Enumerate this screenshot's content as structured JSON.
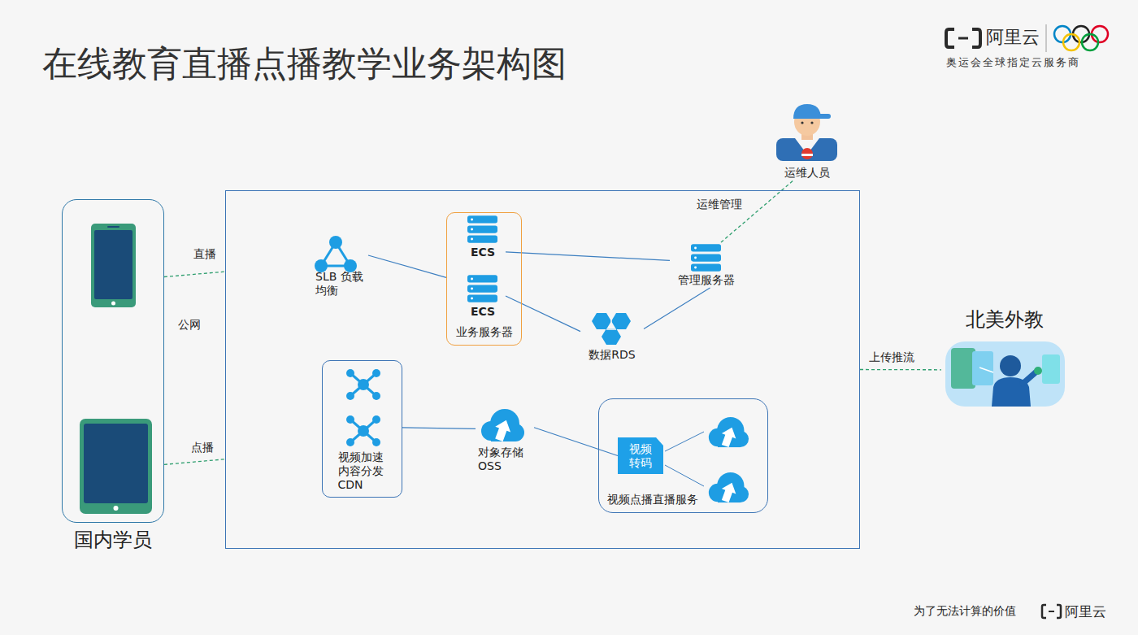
{
  "diagram": {
    "title": "在线教育直播点播教学业务架构图",
    "nodes": [
      {
        "text": [
          "国内学员"
        ]
      },
      {
        "text": []
      },
      {
        "text": [
          "SLB 负载均衡"
        ],
        "in": 1
      },
      {
        "text": [
          "业务服务器"
        ],
        "in": 1
      },
      {
        "text": [
          "ECS"
        ],
        "in": 3
      },
      {
        "text": [
          "ECS"
        ],
        "in": 3
      },
      {
        "text": [
          "管理服务器"
        ],
        "in": 1
      },
      {
        "text": [
          "数据RDS"
        ],
        "in": 1
      },
      {
        "text": [
          "视频加速 内容分发 CDN"
        ],
        "in": 1
      },
      {
        "text": [
          "对象存储 OSS"
        ],
        "in": 1
      },
      {
        "text": [
          "视频点播直播服务"
        ],
        "in": 1
      },
      {
        "text": [
          "视频转码"
        ],
        "in": 10
      },
      {
        "text": [
          "运维人员"
        ]
      },
      {
        "text": [
          "北美外教"
        ]
      }
    ],
    "edges": [
      {
        "from": 0,
        "to": 1,
        "label": "直播",
        "arrow": "none"
      },
      {
        "from": 0,
        "to": 1,
        "label": "点播",
        "arrow": "none"
      },
      {
        "from": 1,
        "to": 13,
        "label": "上传推流",
        "arrow": "none"
      },
      {
        "from": 2,
        "to": 3,
        "arrow": "none"
      },
      {
        "from": 4,
        "to": 6,
        "arrow": "none"
      },
      {
        "from": 5,
        "to": 7,
        "arrow": "none"
      },
      {
        "from": 7,
        "to": 6,
        "arrow": "none"
      },
      {
        "from": 6,
        "to": 12,
        "label": "运维管理",
        "arrow": "none"
      },
      {
        "from": 8,
        "to": 9,
        "arrow": "none"
      },
      {
        "from": 9,
        "to": 11,
        "arrow": "none"
      }
    ],
    "labels": [
      "公网",
      "阿里云",
      "奥运会全球指定云服务商",
      "为了无法计算的价值",
      "阿里云"
    ]
  }
}
